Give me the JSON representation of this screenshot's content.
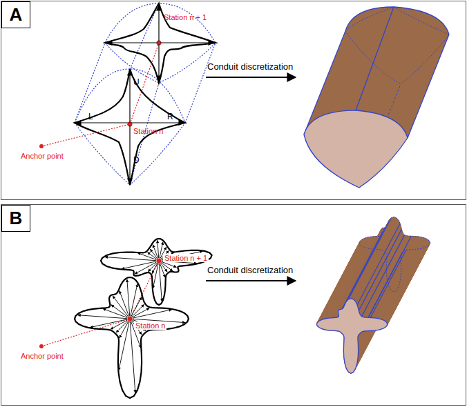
{
  "diagram": {
    "nodes": [
      {
        "text": [
          "A"
        ]
      },
      {
        "text": [
          "B"
        ]
      }
    ],
    "labels": [
      "Station n + 1",
      "U",
      "L",
      "R",
      "Station n",
      "D",
      "Anchor point",
      "Conduit discretization",
      "Station n + 1",
      "Station n",
      "Anchor point",
      "Conduit discretization"
    ]
  }
}
